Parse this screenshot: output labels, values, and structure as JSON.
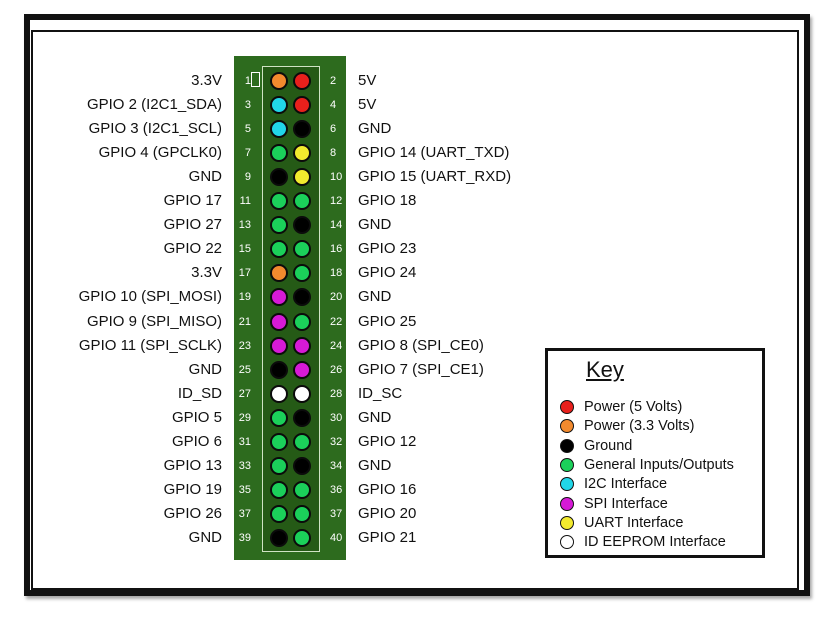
{
  "colors": {
    "power5v": "#e8201c",
    "power3v3": "#f28a2e",
    "ground": "#000000",
    "gpio": "#1bd05a",
    "i2c": "#21d6e8",
    "spi": "#d61ad6",
    "uart": "#f2ea2e",
    "eeprom": "#ffffff"
  },
  "pins": [
    {
      "num": "1",
      "label": "3.3V",
      "type": "power3v3"
    },
    {
      "num": "2",
      "label": "5V",
      "type": "power5v"
    },
    {
      "num": "3",
      "label": "GPIO 2 (I2C1_SDA)",
      "type": "i2c"
    },
    {
      "num": "4",
      "label": "5V",
      "type": "power5v"
    },
    {
      "num": "5",
      "label": "GPIO 3 (I2C1_SCL)",
      "type": "i2c"
    },
    {
      "num": "6",
      "label": "GND",
      "type": "ground"
    },
    {
      "num": "7",
      "label": "GPIO 4 (GPCLK0)",
      "type": "gpio"
    },
    {
      "num": "8",
      "label": "GPIO 14 (UART_TXD)",
      "type": "uart"
    },
    {
      "num": "9",
      "label": "GND",
      "type": "ground"
    },
    {
      "num": "10",
      "label": "GPIO 15 (UART_RXD)",
      "type": "uart"
    },
    {
      "num": "11",
      "label": "GPIO 17",
      "type": "gpio"
    },
    {
      "num": "12",
      "label": "GPIO 18",
      "type": "gpio"
    },
    {
      "num": "13",
      "label": "GPIO 27",
      "type": "gpio"
    },
    {
      "num": "14",
      "label": "GND",
      "type": "ground"
    },
    {
      "num": "15",
      "label": "GPIO 22",
      "type": "gpio"
    },
    {
      "num": "16",
      "label": "GPIO 23",
      "type": "gpio"
    },
    {
      "num": "17",
      "label": "3.3V",
      "type": "power3v3"
    },
    {
      "num": "18",
      "label": "GPIO 24",
      "type": "gpio"
    },
    {
      "num": "19",
      "label": "GPIO 10 (SPI_MOSI)",
      "type": "spi"
    },
    {
      "num": "20",
      "label": "GND",
      "type": "ground"
    },
    {
      "num": "21",
      "label": "GPIO 9 (SPI_MISO)",
      "type": "spi"
    },
    {
      "num": "22",
      "label": "GPIO 25",
      "type": "gpio"
    },
    {
      "num": "23",
      "label": "GPIO 11 (SPI_SCLK)",
      "type": "spi"
    },
    {
      "num": "24",
      "label": "GPIO 8 (SPI_CE0)",
      "type": "spi"
    },
    {
      "num": "25",
      "label": "GND",
      "type": "ground"
    },
    {
      "num": "26",
      "label": "GPIO 7 (SPI_CE1)",
      "type": "spi"
    },
    {
      "num": "27",
      "label": "ID_SD",
      "type": "eeprom"
    },
    {
      "num": "28",
      "label": "ID_SC",
      "type": "eeprom"
    },
    {
      "num": "29",
      "label": "GPIO 5",
      "type": "gpio"
    },
    {
      "num": "30",
      "label": "GND",
      "type": "ground"
    },
    {
      "num": "31",
      "label": "GPIO 6",
      "type": "gpio"
    },
    {
      "num": "32",
      "label": "GPIO 12",
      "type": "gpio"
    },
    {
      "num": "33",
      "label": "GPIO 13",
      "type": "gpio"
    },
    {
      "num": "34",
      "label": "GND",
      "type": "ground"
    },
    {
      "num": "35",
      "label": "GPIO 19",
      "type": "gpio"
    },
    {
      "num": "36",
      "label": "GPIO 16",
      "type": "gpio"
    },
    {
      "num": "37",
      "label": "GPIO 26",
      "type": "gpio"
    },
    {
      "num": "37",
      "label": "GPIO 20",
      "type": "gpio"
    },
    {
      "num": "39",
      "label": "GND",
      "type": "ground"
    },
    {
      "num": "40",
      "label": "GPIO 21",
      "type": "gpio"
    }
  ],
  "key": {
    "title": "Key",
    "items": [
      {
        "type": "power5v",
        "label": "Power (5 Volts)"
      },
      {
        "type": "power3v3",
        "label": "Power (3.3 Volts)"
      },
      {
        "type": "ground",
        "label": "Ground"
      },
      {
        "type": "gpio",
        "label": "General Inputs/Outputs"
      },
      {
        "type": "i2c",
        "label": "I2C Interface"
      },
      {
        "type": "spi",
        "label": "SPI Interface"
      },
      {
        "type": "uart",
        "label": "UART Interface"
      },
      {
        "type": "eeprom",
        "label": "ID EEPROM Interface"
      }
    ]
  }
}
